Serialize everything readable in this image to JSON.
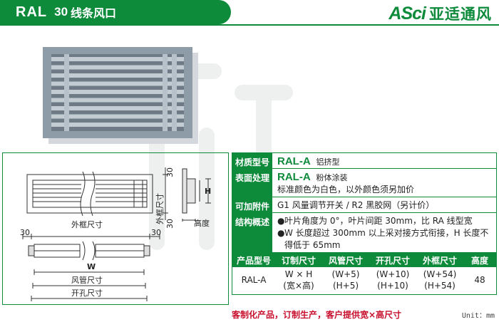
{
  "header": {
    "model": "RAL",
    "number": "30",
    "name": "线条风口",
    "brand_logo": "ASci",
    "brand_name": "亚适通风"
  },
  "drawing": {
    "dim_30_top": "30",
    "dim_30_bottom": "30",
    "dim_30_left": "30",
    "dim_30_right": "30",
    "outer_frame_side": "外框尺寸",
    "outer_frame": "外框尺寸",
    "height_label": "高度",
    "h_mark": "H",
    "w_mark": "W",
    "duct_size": "风管尺寸",
    "opening_size": "开孔尺寸"
  },
  "spec": {
    "material_label": "材质型号",
    "material_model": "RAL-A",
    "material_value": "铝挤型",
    "surface_label": "表面处理",
    "surface_model": "RAL-A",
    "surface_value": "粉体涂装",
    "surface_note": "标准颜色为白色，以外颜色须另加价",
    "accessory_label": "可加附件",
    "accessory_value": "G1 风量调节开关 / R2 黑胶网（另计价）",
    "structure_label": "结构概述",
    "structure_bullet1": "叶片角度为 0°，叶片间距 30mm，比 RA 线型宽",
    "structure_bullet2": "W 长度超过 300mm 以上采对接方式衔接，H 长度不得低于 65mm",
    "bullet_char": "●"
  },
  "table": {
    "headers": [
      "产品型号",
      "订制尺寸",
      "风管尺寸",
      "开孔尺寸",
      "外框尺寸",
      "高度"
    ],
    "row": {
      "model": "RAL-A",
      "custom_1": "W × H",
      "custom_2": "(宽×高)",
      "duct_1": "(W+5)",
      "duct_2": "(H+5)",
      "opening_1": "(W+10)",
      "opening_2": "(H+10)",
      "frame_1": "(W+54)",
      "frame_2": "(H+54)",
      "height": "48"
    }
  },
  "footer": {
    "note": "客制化产品，订制生产，客户提供宽×高尺寸",
    "unit": "Unit：mm"
  },
  "colors": {
    "brand_green": "#0e8a3b",
    "note_red": "#c8102e",
    "grille_gray": "#8a99a6"
  }
}
